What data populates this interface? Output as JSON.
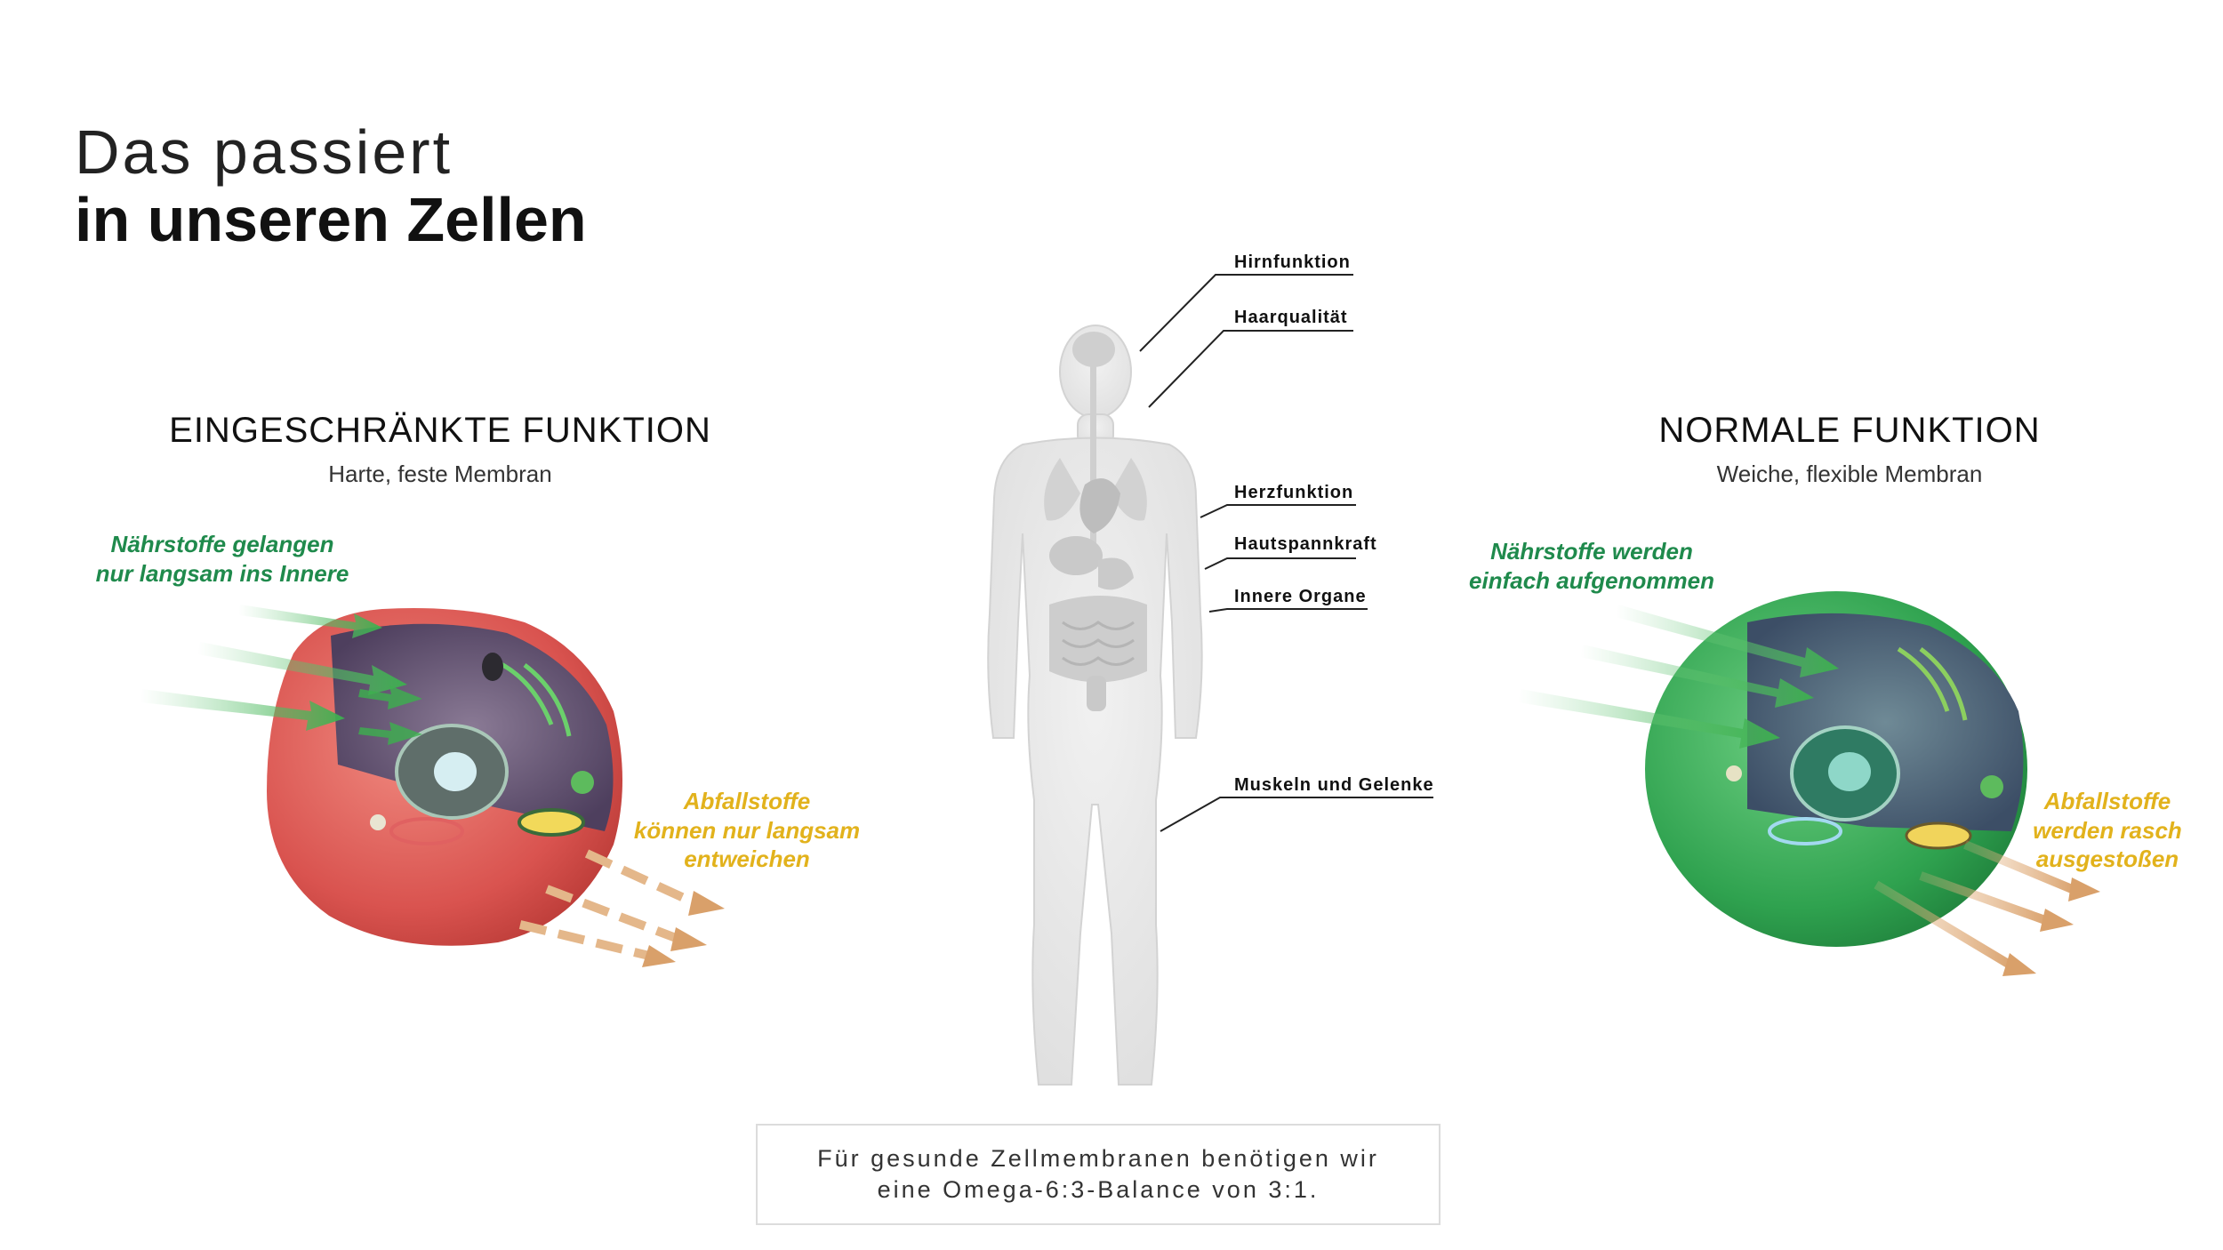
{
  "title": {
    "line1": "Das passiert",
    "line2": "in unseren Zellen"
  },
  "left_panel": {
    "heading": "EINGESCHRÄNKTE FUNKTION",
    "subheading": "Harte, feste Membran",
    "nutrients": [
      "Nährstoffe gelangen",
      "nur langsam ins Innere"
    ],
    "waste": [
      "Abfallstoffe",
      "können nur langsam",
      "entweichen"
    ]
  },
  "right_panel": {
    "heading": "NORMALE FUNKTION",
    "subheading": "Weiche, flexible Membran",
    "nutrients": [
      "Nährstoffe werden",
      "einfach aufgenommen"
    ],
    "waste": [
      "Abfallstoffe",
      "werden rasch",
      "ausgestoßen"
    ]
  },
  "body_labels": {
    "brain": "Hirnfunktion",
    "hair": "Haarqualität",
    "heart": "Herzfunktion",
    "skin": "Hautspannkraft",
    "organs": "Innere Organe",
    "muscles": "Muskeln und Gelenke"
  },
  "footer": {
    "line1": "Für gesunde Zellmembranen benötigen wir",
    "line2": "eine Omega-6:3-Balance von 3:1."
  },
  "colors": {
    "green_text": "#1f8a4c",
    "yellow_text": "#e2b21c",
    "restricted_cell": "#d9534f",
    "normal_cell": "#2fa24f"
  }
}
